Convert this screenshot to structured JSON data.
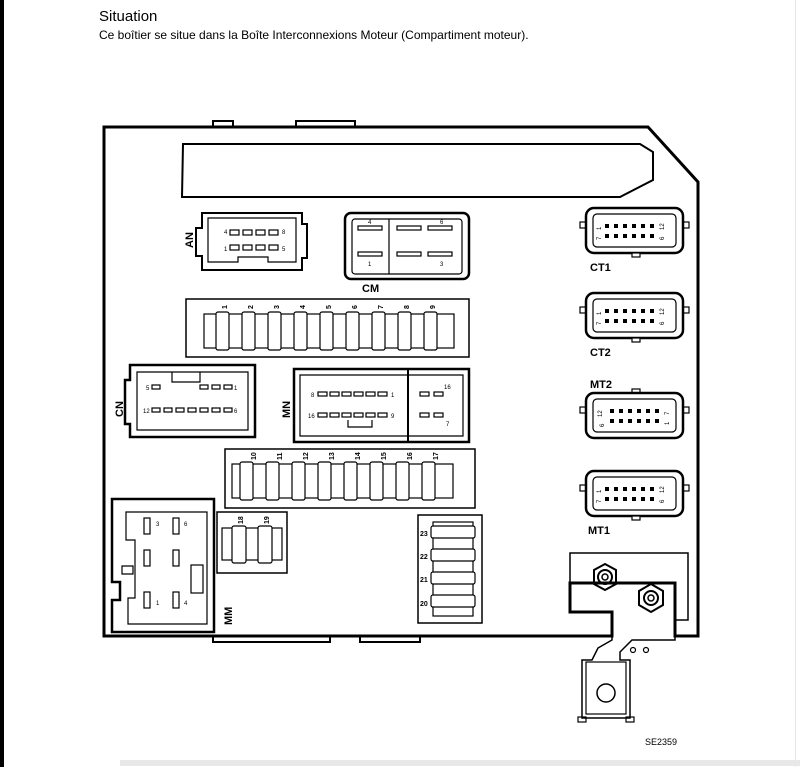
{
  "header": {
    "title": "Situation",
    "subtitle": "Ce boîtier se situe dans la Boîte Interconnexions Moteur (Compartiment moteur)."
  },
  "diagram": {
    "labels": {
      "an": "AN",
      "cm": "CM",
      "cn": "CN",
      "mn": "MN",
      "mm": "MM",
      "ct1": "CT1",
      "ct2": "CT2",
      "mt2": "MT2",
      "mt1": "MT1"
    },
    "fuse_row_top": [
      "1",
      "2",
      "3",
      "4",
      "5",
      "6",
      "7",
      "8",
      "9"
    ],
    "fuse_row_mid": [
      "10",
      "11",
      "12",
      "13",
      "14",
      "15",
      "16",
      "17"
    ],
    "fuse_pair": [
      "18",
      "19"
    ],
    "fuse_column": [
      "23",
      "22",
      "21",
      "20"
    ],
    "relay_mm_pins": [
      "3",
      "6",
      "1",
      "4"
    ],
    "connector_an_pins": [
      "4",
      "8",
      "1",
      "5"
    ],
    "connector_cm_pins": [
      "4",
      "6",
      "1",
      "3"
    ],
    "connector_cn_pins": [
      "5",
      "1",
      "12",
      "6"
    ],
    "connector_mn_pins": [
      "8",
      "1",
      "16",
      "9",
      "16",
      "7"
    ],
    "connector_ct_pins": [
      "1",
      "7",
      "12",
      "6"
    ],
    "connector_mt2_pins": [
      "12",
      "6",
      "7",
      "1"
    ],
    "reference": "SE2359"
  }
}
